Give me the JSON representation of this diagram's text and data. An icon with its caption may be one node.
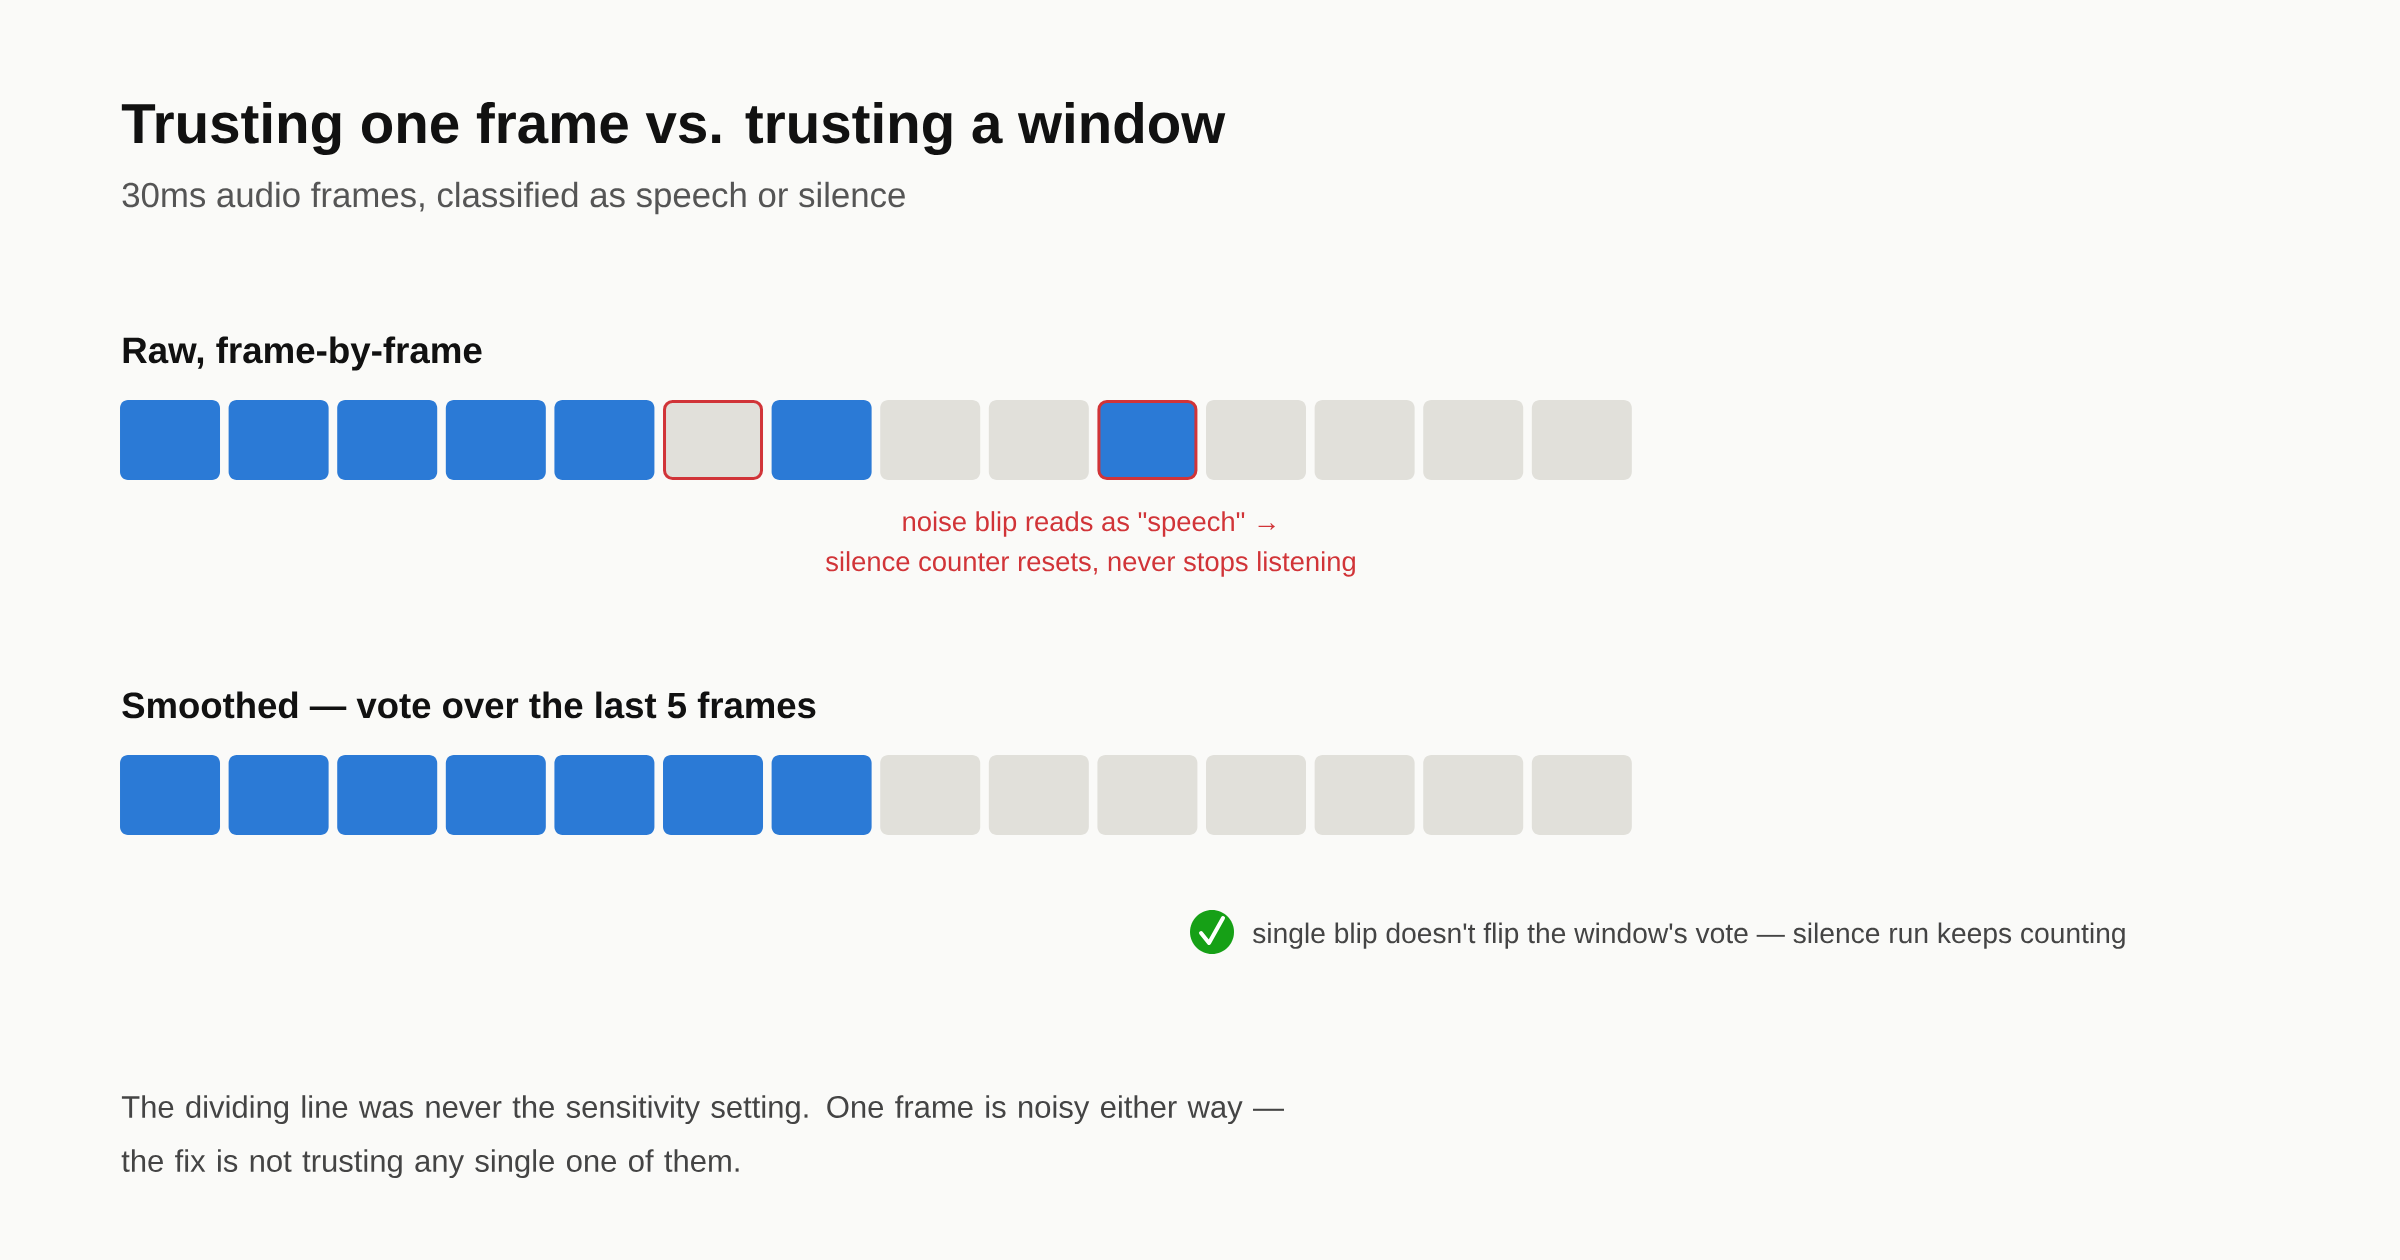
{
  "diagram": {
    "title": "Trusting one frame vs. trusting a window",
    "nodes": [
      {
        "text": [],
        "shape": "box"
      },
      {
        "text": [],
        "shape": "box"
      },
      {
        "text": [],
        "shape": "box"
      },
      {
        "text": [],
        "shape": "box"
      },
      {
        "text": [],
        "shape": "box"
      },
      {
        "text": [],
        "shape": "box"
      },
      {
        "text": [],
        "shape": "box"
      },
      {
        "text": [],
        "shape": "box"
      },
      {
        "text": [],
        "shape": "box"
      },
      {
        "text": [],
        "shape": "box"
      },
      {
        "text": [],
        "shape": "box"
      },
      {
        "text": [],
        "shape": "box"
      },
      {
        "text": [],
        "shape": "box"
      },
      {
        "text": [],
        "shape": "box"
      },
      {
        "text": [],
        "shape": "box"
      },
      {
        "text": [],
        "shape": "box"
      },
      {
        "text": [],
        "shape": "box"
      },
      {
        "text": [],
        "shape": "box"
      },
      {
        "text": [],
        "shape": "box"
      },
      {
        "text": [],
        "shape": "box"
      },
      {
        "text": [],
        "shape": "box"
      },
      {
        "text": [],
        "shape": "box"
      },
      {
        "text": [],
        "shape": "box"
      },
      {
        "text": [],
        "shape": "box"
      },
      {
        "text": [],
        "shape": "box"
      },
      {
        "text": [],
        "shape": "box"
      },
      {
        "text": [],
        "shape": "box"
      },
      {
        "text": [],
        "shape": "box"
      }
    ],
    "labels": [
      "30ms audio frames, classified as speech or silence",
      "Raw, frame-by-frame",
      "noise blip reads as \"speech\" →",
      "silence counter resets, never stops listening",
      "Smoothed — vote over the last 5 frames",
      "single blip doesn't flip the window's vote — silence run keeps counting",
      "The dividing line was never the sensitivity setting. One frame is noisy either way — the fix is not trusting any single one of them."
    ]
  }
}
